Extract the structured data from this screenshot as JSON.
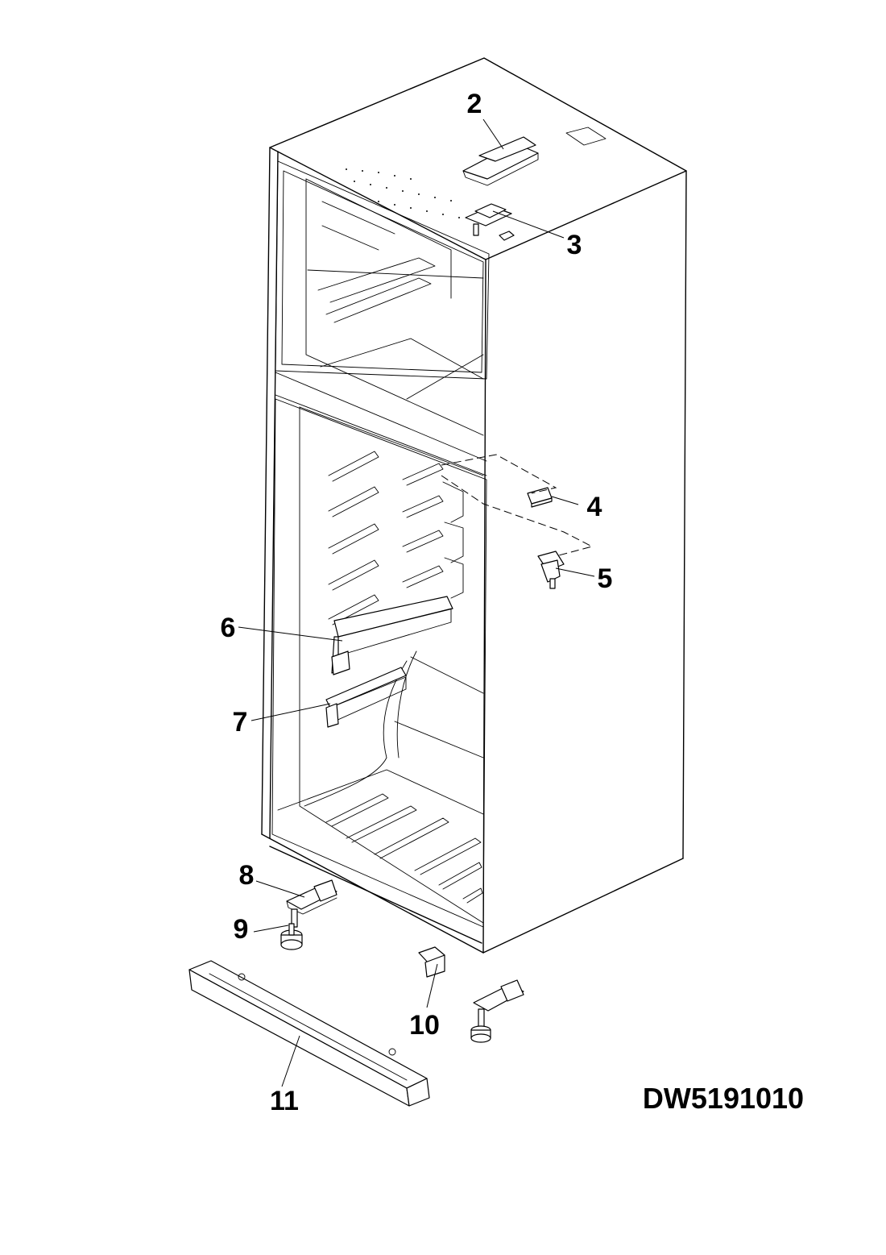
{
  "diagram": {
    "drawing_code": "DW5191010",
    "callouts": {
      "c2": "2",
      "c3": "3",
      "c4": "4",
      "c5": "5",
      "c6": "6",
      "c7": "7",
      "c8": "8",
      "c9": "9",
      "c10": "10",
      "c11": "11"
    }
  }
}
